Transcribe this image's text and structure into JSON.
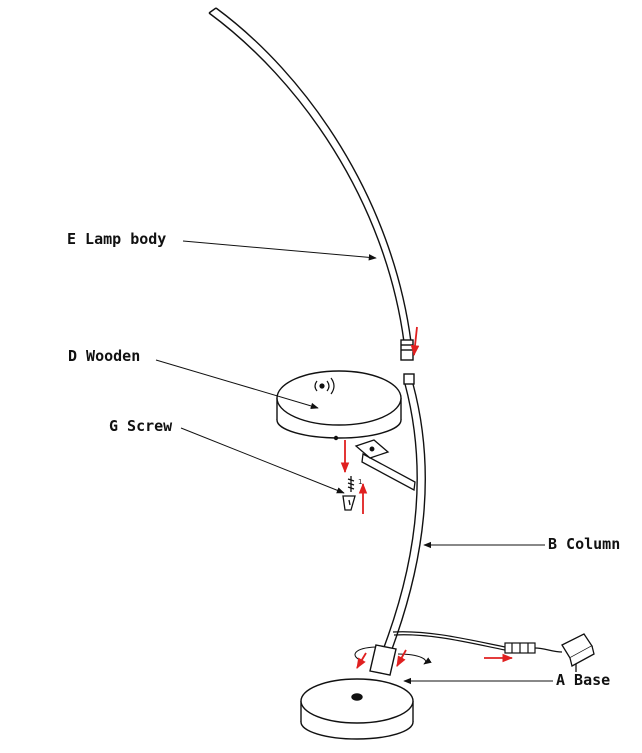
{
  "labels": {
    "lamp_body": "E Lamp body",
    "wooden": "D Wooden",
    "screw": "G Screw",
    "column": "B Column",
    "base": "A Base"
  },
  "colors": {
    "line": "#111111",
    "arrow": "#e02020"
  }
}
